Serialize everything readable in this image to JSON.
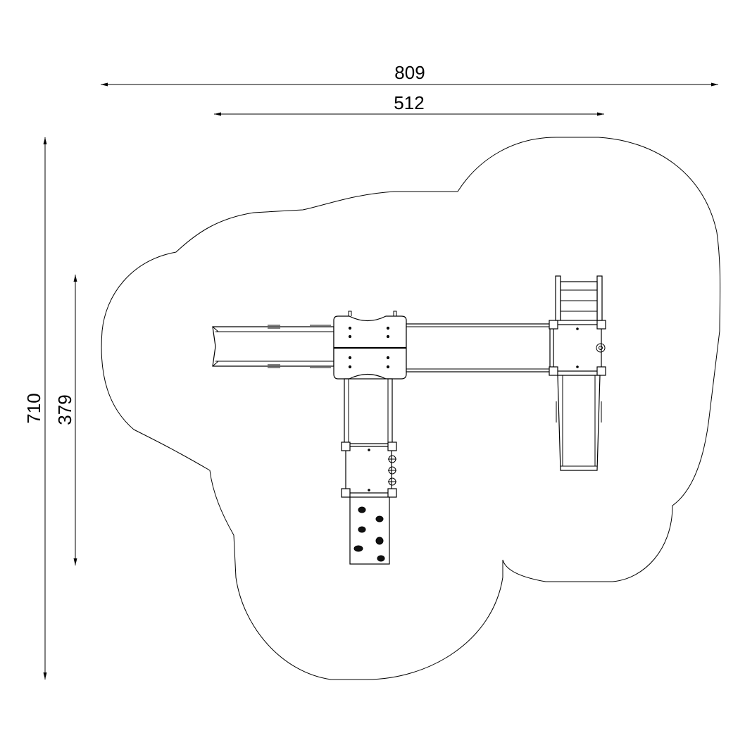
{
  "drawing": {
    "dimensions": {
      "overall_width": "809",
      "structure_width": "512",
      "overall_depth": "710",
      "structure_depth": "379"
    }
  }
}
